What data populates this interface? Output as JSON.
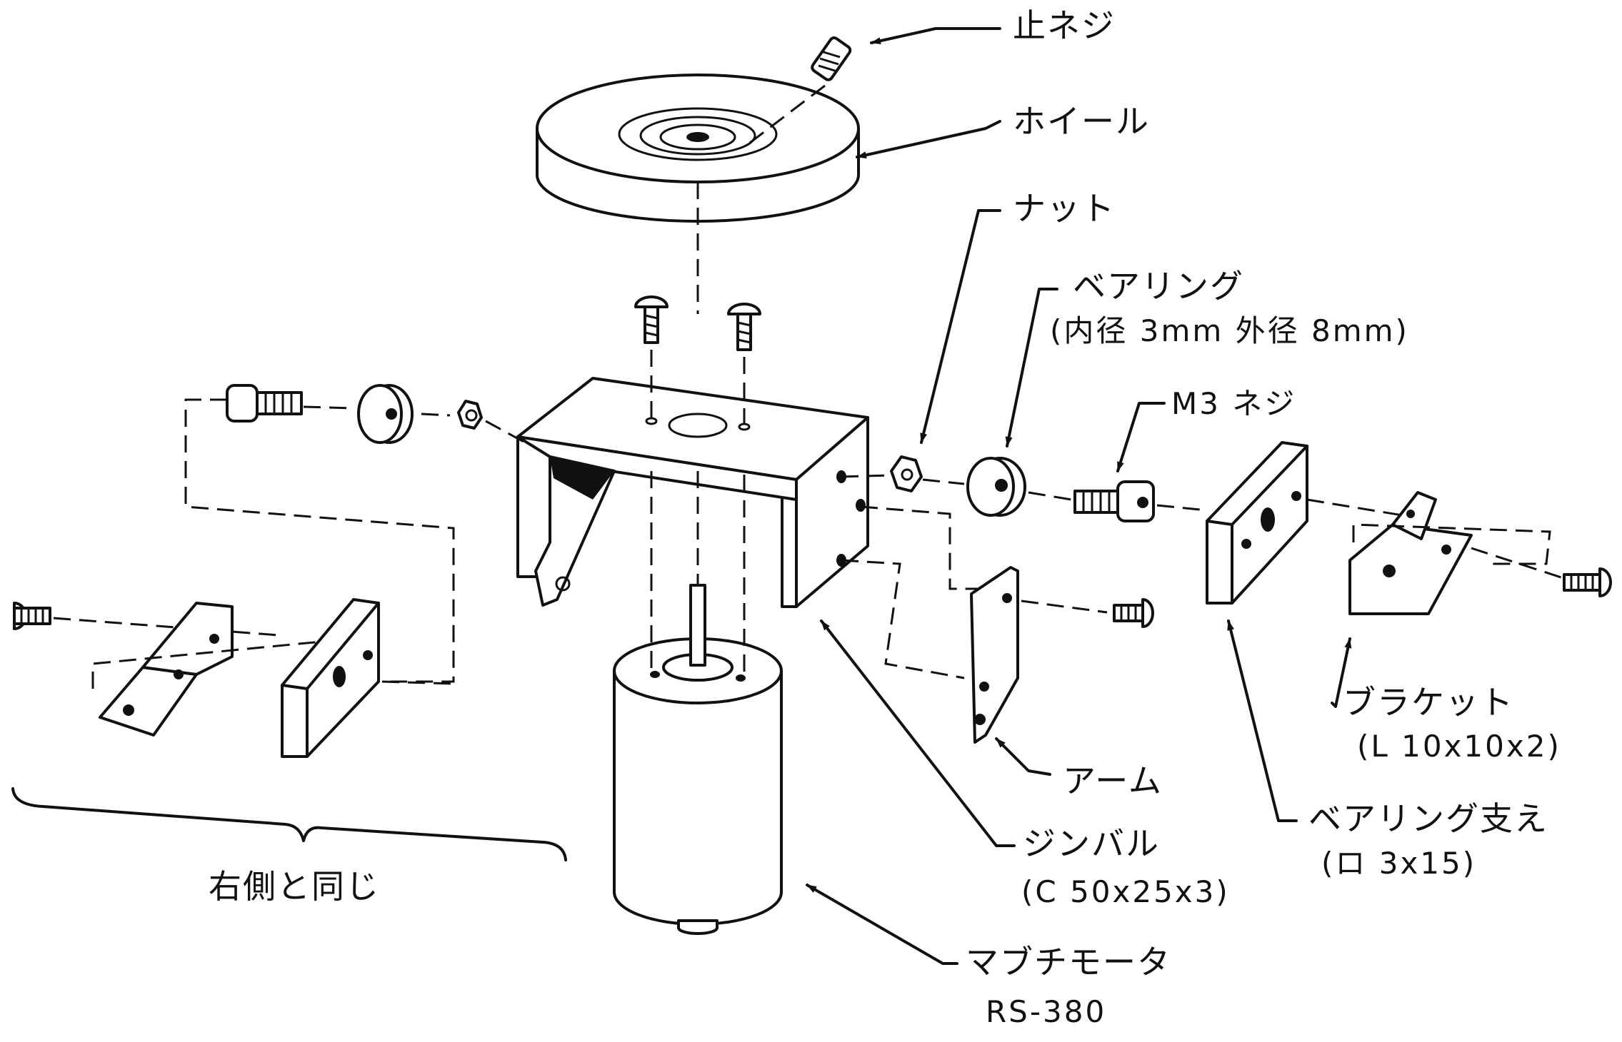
{
  "labels": {
    "set_screw": "止ネジ",
    "wheel": "ホイール",
    "nut": "ナット",
    "bearing": "ベアリング",
    "bearing_spec": "(内径 3mm 外径 8mm)",
    "m3_screw": "M3 ネジ",
    "bracket": "ブラケット",
    "bracket_spec": "(L 10x10x2)",
    "arm": "アーム",
    "bearing_support": "ベアリング支え",
    "bearing_support_spec": "(ロ 3x15)",
    "gimbal": "ジンバル",
    "gimbal_spec": "(C 50x25x3)",
    "motor": "マブチモータ",
    "motor_model": "RS-380",
    "same_as_right": "右側と同じ"
  }
}
